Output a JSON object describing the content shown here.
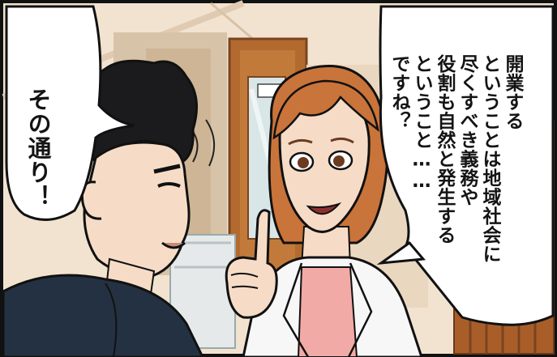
{
  "speech_left": {
    "lines": [
      "その通り！"
    ]
  },
  "speech_right": {
    "lines": [
      "開業する",
      "ということは地域社会に",
      "尽くすべき義務や",
      "役割も自然と発生する",
      "ということ……",
      "ですね？"
    ]
  },
  "colors": {
    "wall": "#f2e3d0",
    "wall_shadow": "#d9c2a6",
    "door": "#b36a2f",
    "door_dark": "#7a4420",
    "glass": "#d9e6e8",
    "hair_woman": "#c9743a",
    "skin": "#f6dcc7",
    "hair_man": "#1b1b1d",
    "jacket_man": "#243142",
    "coat_white": "#f7f7f7",
    "shirt_pink": "#f2aaa6",
    "outline": "#111111"
  }
}
